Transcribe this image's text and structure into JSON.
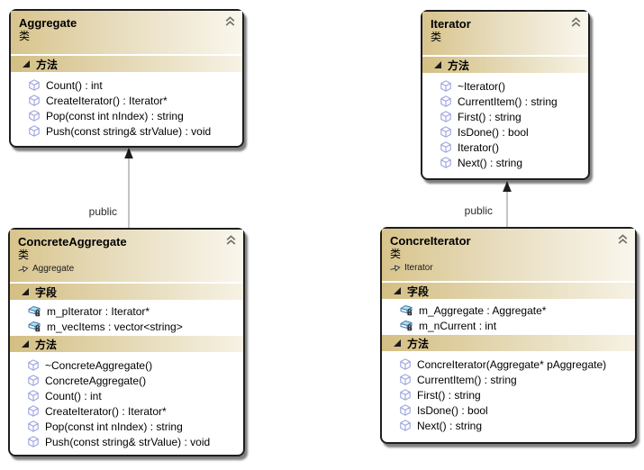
{
  "diagram": {
    "kind": "uml-class-diagram",
    "pattern": "Iterator"
  },
  "colors": {
    "header_tan": "#d8c48c",
    "header_fade": "#f9f6ec",
    "band_tan": "#d4bf83",
    "box_border": "#1e1e1e",
    "body_bg": "#ffffff",
    "connector_line": "#9e9e9e",
    "method_icon_stroke": "#9ba1e0",
    "field_icon_stroke": "#3f79b5",
    "field_icon_top": "#a8e6f0"
  },
  "icons": {
    "collapse_chevron": "double-chevron-up",
    "section_expander": "black-lower-right-triangle",
    "method": "cube-outline",
    "private_field": "box-with-lock",
    "inherits": "right-open-arrow"
  },
  "aggregate": {
    "title": "Aggregate",
    "kind_label": "类",
    "methods_header": "方法",
    "methods": [
      "Count() : int",
      "CreateIterator() : Iterator*",
      "Pop(const int nIndex) : string",
      "Push(const string& strValue) : void"
    ]
  },
  "iterator": {
    "title": "Iterator",
    "kind_label": "类",
    "methods_header": "方法",
    "methods": [
      "~Iterator()",
      "CurrentItem() : string",
      "First() : string",
      "IsDone() : bool",
      "Iterator()",
      "Next() : string"
    ]
  },
  "concrete_aggregate": {
    "title": "ConcreteAggregate",
    "kind_label": "类",
    "base": "Aggregate",
    "fields_header": "字段",
    "fields": [
      "m_pIterator : Iterator*",
      "m_vecItems : vector<string>"
    ],
    "methods_header": "方法",
    "methods": [
      "~ConcreteAggregate()",
      "ConcreteAggregate()",
      "Count() : int",
      "CreateIterator() : Iterator*",
      "Pop(const int nIndex) : string",
      "Push(const string& strValue) : void"
    ]
  },
  "concre_iterator": {
    "title": "ConcreIterator",
    "kind_label": "类",
    "base": "Iterator",
    "fields_header": "字段",
    "fields": [
      "m_Aggregate : Aggregate*",
      "m_nCurrent : int"
    ],
    "methods_header": "方法",
    "methods": [
      "ConcreIterator(Aggregate* pAggregate)",
      "CurrentItem() : string",
      "First() : string",
      "IsDone() : bool",
      "Next() : string"
    ]
  },
  "connectors": {
    "left": {
      "label": "public",
      "from": "ConcreteAggregate",
      "to": "Aggregate"
    },
    "right": {
      "label": "public",
      "from": "ConcreIterator",
      "to": "Iterator"
    }
  }
}
